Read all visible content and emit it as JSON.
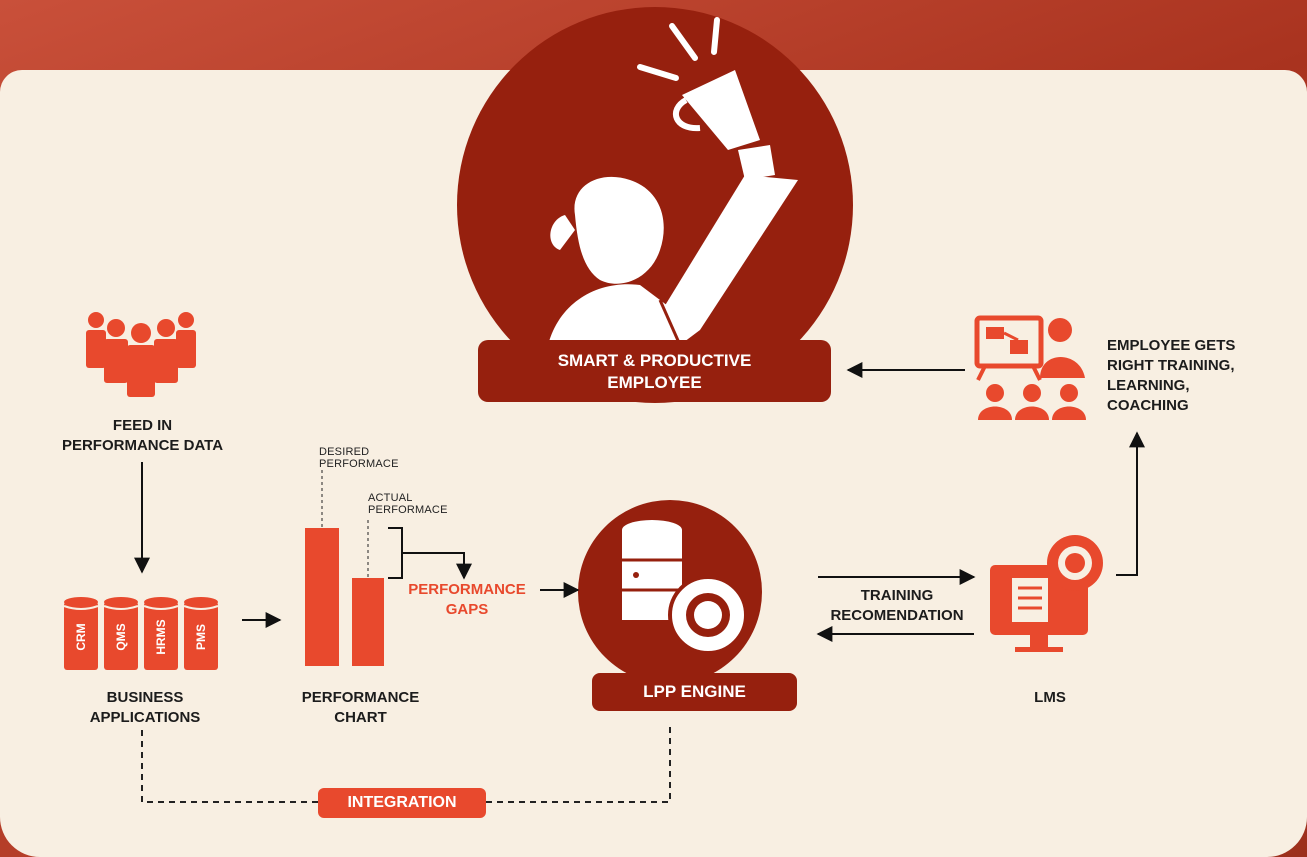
{
  "colors": {
    "accent": "#e8492d",
    "dark": "#96200e",
    "panel": "#f8efe2",
    "text": "#1c1c1c"
  },
  "hero": {
    "title": "SMART & PRODUCTIVE\nEMPLOYEE"
  },
  "feed": {
    "label": "FEED IN\nPERFORMANCE DATA",
    "icon": "team-icon"
  },
  "business": {
    "label": "BUSINESS\nAPPLICATIONS",
    "databases": [
      "CRM",
      "QMS",
      "HRMS",
      "PMS"
    ]
  },
  "performance_chart": {
    "label": "PERFORMANCE\nCHART",
    "desired_label": "DESIRED\nPERFORMACE",
    "actual_label": "ACTUAL\nPERFORMACE",
    "gaps_label": "PERFORMANCE\nGAPS"
  },
  "engine": {
    "label": "LPP ENGINE",
    "icon": "database-gear-icon"
  },
  "training": {
    "label": "TRAINING\nRECOMENDATION"
  },
  "lms": {
    "label": "LMS",
    "icon": "monitor-gear-icon"
  },
  "employee_training": {
    "label": "EMPLOYEE GETS\nRIGHT TRAINING,\nLEARNING,\nCOACHING",
    "icon": "presentation-icon"
  },
  "integration": {
    "label": "INTEGRATION"
  }
}
